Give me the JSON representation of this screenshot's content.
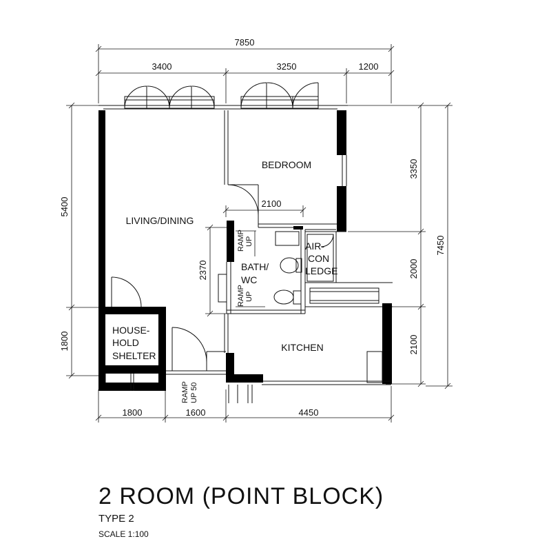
{
  "plan": {
    "title": "2 ROOM (POINT BLOCK)",
    "type": "TYPE 2",
    "scale": "SCALE   1:100"
  },
  "dimensions": {
    "top_total": "7850",
    "top_a": "3400",
    "top_b": "3250",
    "top_c": "1200",
    "left_a": "5400",
    "left_b": "1800",
    "right_a": "3350",
    "right_b": "2000",
    "right_c": "2100",
    "right_total": "7450",
    "bottom_a": "1800",
    "bottom_b": "1600",
    "bottom_c": "4450",
    "inner_2100": "2100",
    "inner_2370": "2370"
  },
  "rooms": {
    "bedroom": "BEDROOM",
    "living": "LIVING/DINING",
    "bath_1": "BATH/",
    "bath_2": "WC",
    "aircon_1": "AIR-",
    "aircon_2": "CON",
    "aircon_3": "LEDGE",
    "shelter_1": "HOUSE-",
    "shelter_2": "HOLD",
    "shelter_3": "SHELTER",
    "kitchen": "KITCHEN"
  },
  "ramps": {
    "ramp_top_1": "RAMP",
    "ramp_top_2": "UP",
    "ramp_mid_1": "RAMP",
    "ramp_mid_2": "UP",
    "ramp_entry_1": "RAMP",
    "ramp_entry_2": "UP 50"
  }
}
